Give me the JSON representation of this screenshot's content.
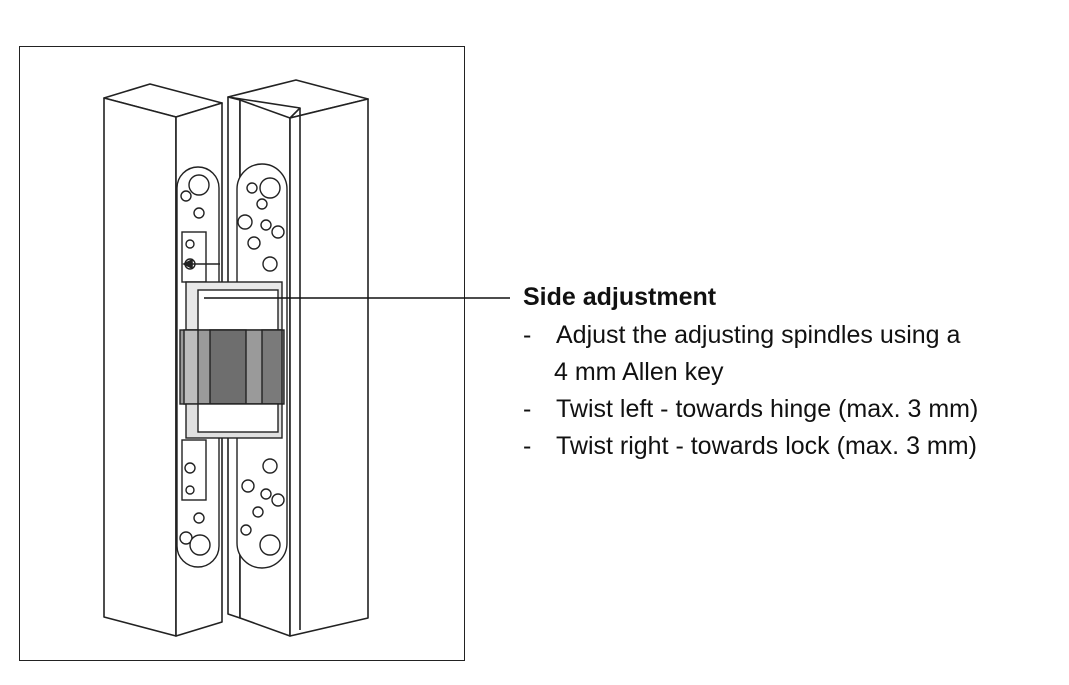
{
  "caption": {
    "title": "Side adjustment",
    "bullet": "-",
    "steps": [
      {
        "line1": "Adjust the adjusting spindles using a",
        "line2": "4 mm Allen key"
      },
      {
        "line1": "Twist left - towards hinge (max. 3 mm)"
      },
      {
        "line1": "Twist right - towards lock (max. 3 mm)"
      }
    ]
  }
}
